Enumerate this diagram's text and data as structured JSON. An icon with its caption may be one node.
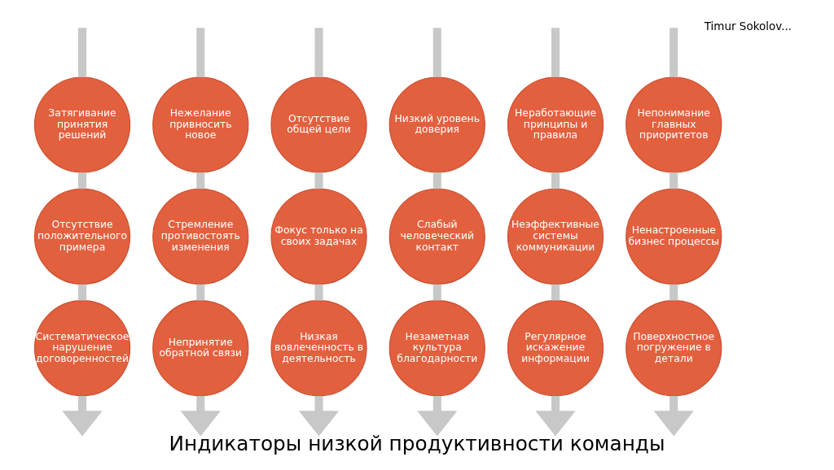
{
  "diagram": {
    "caption": "Индикаторы низкой продуктивности команды",
    "nodes": [
      {
        "text": [
          "Затягивание принятия решений"
        ]
      },
      {
        "text": [
          "Нежелание привносить новое"
        ]
      },
      {
        "text": [
          "Отсутствие общей цели"
        ]
      },
      {
        "text": [
          "Низкий уровень доверия"
        ]
      },
      {
        "text": [
          "Неработающие принципы и правила"
        ]
      },
      {
        "text": [
          "Непонимание главных приоритетов"
        ]
      },
      {
        "text": [
          "Отсутствие положительного примера"
        ]
      },
      {
        "text": [
          "Стремление противостоять изменения"
        ]
      },
      {
        "text": [
          "Фокус только на своих задачах"
        ]
      },
      {
        "text": [
          "Слабый человеческий контакт"
        ]
      },
      {
        "text": [
          "Неэффективные системы коммуникации"
        ]
      },
      {
        "text": [
          "Ненастроенные бизнес процессы"
        ]
      },
      {
        "text": [
          "Систематическое нарушение договоренностей"
        ]
      },
      {
        "text": [
          "Непринятие обратной связи"
        ]
      },
      {
        "text": [
          "Низкая вовлеченность в деятельность"
        ]
      },
      {
        "text": [
          "Незаметная культура благодарности"
        ]
      },
      {
        "text": [
          "Регулярное искажение информации"
        ]
      },
      {
        "text": [
          "Поверхностное погружение в детали"
        ]
      }
    ],
    "edges": [
      {
        "from": null,
        "to": 0,
        "arrow": "none"
      },
      {
        "from": 0,
        "to": 6,
        "arrow": "none"
      },
      {
        "from": 6,
        "to": 12,
        "arrow": "none"
      },
      {
        "from": 12,
        "to": null,
        "arrow": "to"
      },
      {
        "from": null,
        "to": 1,
        "arrow": "none"
      },
      {
        "from": 1,
        "to": 7,
        "arrow": "none"
      },
      {
        "from": 7,
        "to": 13,
        "arrow": "none"
      },
      {
        "from": 13,
        "to": null,
        "arrow": "to"
      },
      {
        "from": null,
        "to": 2,
        "arrow": "none"
      },
      {
        "from": 2,
        "to": 8,
        "arrow": "none"
      },
      {
        "from": 8,
        "to": 14,
        "arrow": "none"
      },
      {
        "from": 14,
        "to": null,
        "arrow": "to"
      },
      {
        "from": null,
        "to": 3,
        "arrow": "none"
      },
      {
        "from": 3,
        "to": 9,
        "arrow": "none"
      },
      {
        "from": 9,
        "to": 15,
        "arrow": "none"
      },
      {
        "from": 15,
        "to": null,
        "arrow": "to"
      },
      {
        "from": null,
        "to": 4,
        "arrow": "none"
      },
      {
        "from": 4,
        "to": 10,
        "arrow": "none"
      },
      {
        "from": 10,
        "to": 16,
        "arrow": "none"
      },
      {
        "from": 16,
        "to": null,
        "arrow": "to"
      },
      {
        "from": null,
        "to": 5,
        "arrow": "none"
      },
      {
        "from": 5,
        "to": 11,
        "arrow": "none"
      },
      {
        "from": 11,
        "to": 17,
        "arrow": "none"
      },
      {
        "from": 17,
        "to": null,
        "arrow": "to"
      }
    ],
    "labels": [
      "Timur Sokolov..."
    ]
  }
}
